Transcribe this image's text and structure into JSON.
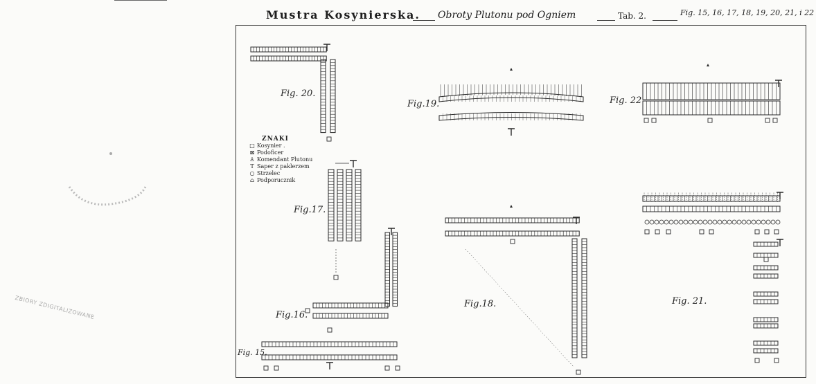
{
  "header": {
    "title": "Mustra Kosynierska.",
    "subtitle": "Obroty Plutonu pod Ogniem",
    "plate": "Tab. 2.",
    "figures": "Fig. 15, 16, 17, 18, 19, 20, 21, i 22"
  },
  "figures": {
    "f15": "Fig. 15.",
    "f16": "Fig.16.",
    "f17": "Fig.17.",
    "f18": "Fig.18.",
    "f19": "Fig.19.",
    "f20": "Fig. 20.",
    "f21": "Fig. 21.",
    "f22": "Fig. 22"
  },
  "legend": {
    "title": "ZNAKI",
    "items": [
      {
        "symbol": "□",
        "label": "Kosynier ."
      },
      {
        "symbol": "⊠",
        "label": "Podoficer"
      },
      {
        "symbol": "♙",
        "label": "Komendant Plutonu"
      },
      {
        "symbol": "T",
        "label": "Saper z paklerzem"
      },
      {
        "symbol": "○",
        "label": "Strzelec"
      },
      {
        "symbol": "⌂",
        "label": "Podporucznik"
      }
    ]
  },
  "stamp": "ZBIORY ZDIGITALIZOWANE",
  "colors": {
    "ink": "#2a2a2a",
    "paper": "#fbfbf9"
  }
}
